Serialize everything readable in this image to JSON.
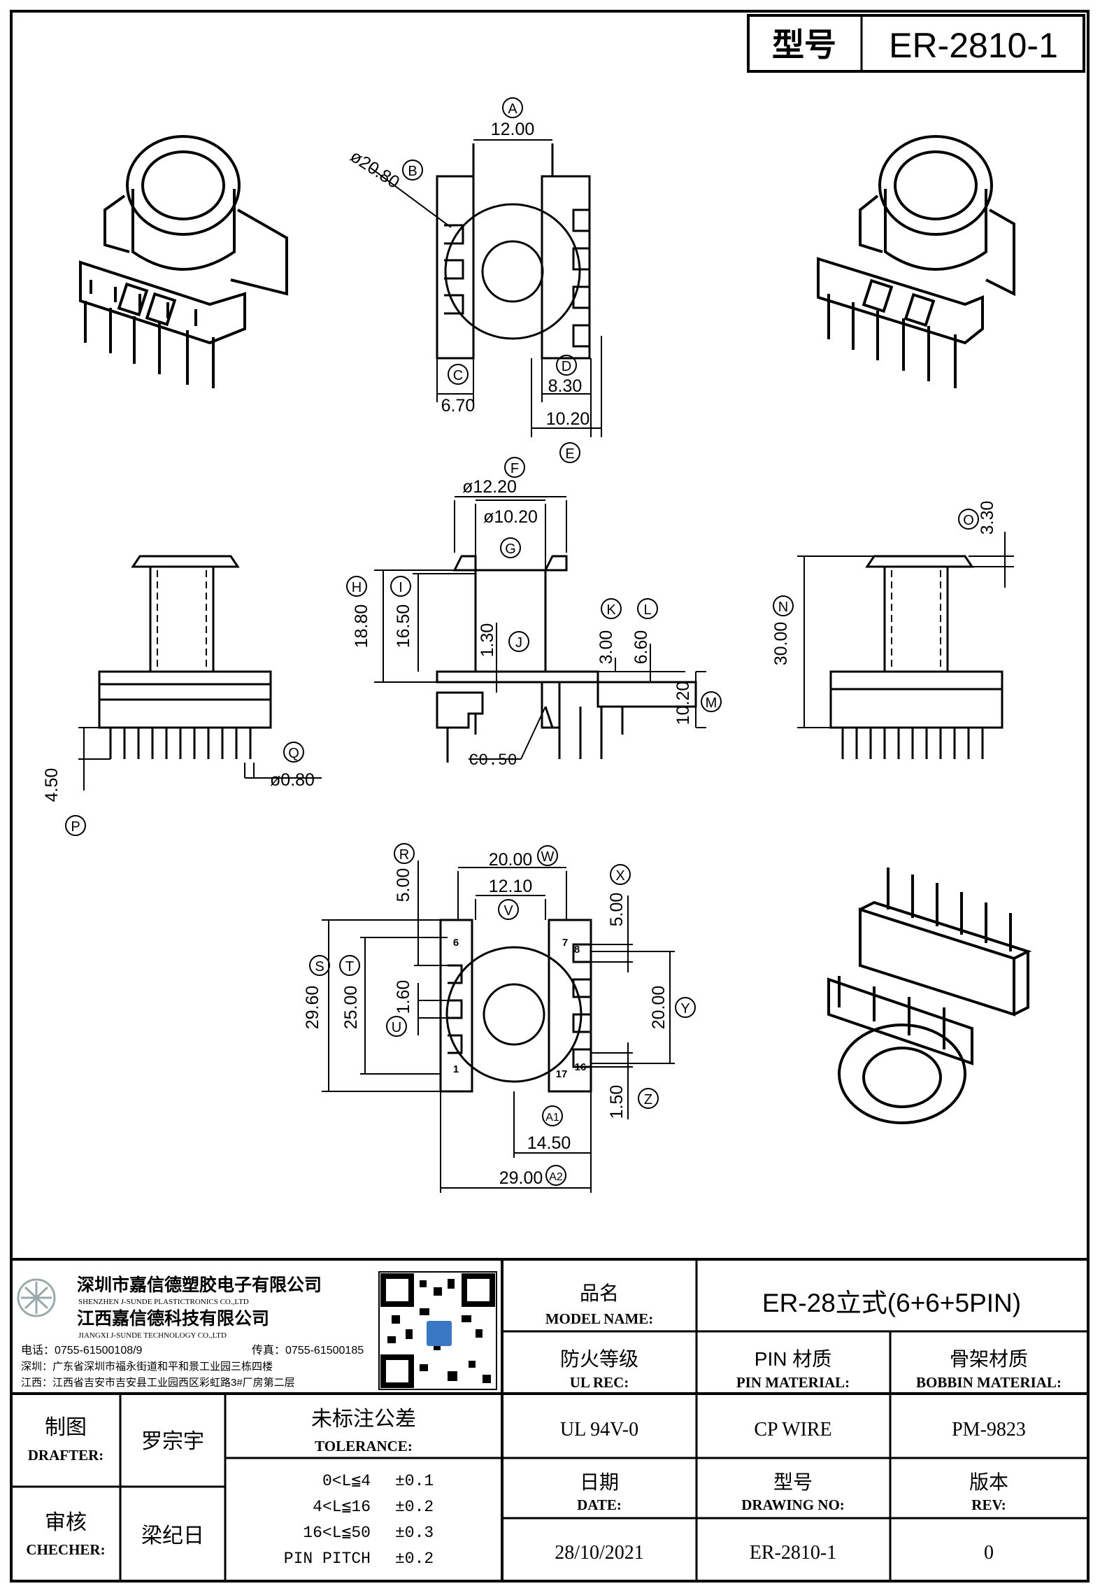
{
  "title_block": {
    "model_label": "型号",
    "model_value": "ER-2810-1"
  },
  "dimensions": {
    "A": "12.00",
    "B": "ø20.80",
    "C": "6.70",
    "D": "8.30",
    "E": "10.20",
    "F": "ø12.20",
    "G": "ø10.20",
    "H": "18.80",
    "I": "16.50",
    "J": "1.30",
    "K": "3.00",
    "L": "6.60",
    "M": "10.20",
    "chamfer": "C0.50",
    "N": "30.00",
    "O": "3.30",
    "P": "4.50",
    "Q": "ø0.80",
    "R": "5.00",
    "S": "29.60",
    "T": "25.00",
    "U": "1.60",
    "V": "12.10",
    "W": "20.00",
    "X": "5.00",
    "Y": "20.00",
    "Z": "1.50",
    "A1": "14.50",
    "A2": "29.00"
  },
  "callouts": [
    "A",
    "B",
    "C",
    "D",
    "E",
    "F",
    "G",
    "H",
    "I",
    "J",
    "K",
    "L",
    "M",
    "N",
    "O",
    "P",
    "Q",
    "R",
    "S",
    "T",
    "U",
    "V",
    "W",
    "X",
    "Y",
    "Z",
    "A1",
    "A2"
  ],
  "pin_numbers": {
    "p6": "6",
    "p1": "1",
    "p7": "7",
    "p8": "8",
    "p17": "17",
    "p16": "16"
  },
  "company": {
    "name_cn_1": "深圳市嘉信德塑胶电子有限公司",
    "name_en_1": "SHENZHEN J-SUNDE PLASTICTRONICS CO.,LTD",
    "name_cn_2": "江西嘉信德科技有限公司",
    "name_en_2": "JIANGXI J-SUNDE TECHNOLOGY CO.,LTD",
    "tel": "电话：0755-61500108/9",
    "fax": "传真：0755-61500185",
    "addr_sz": "深圳：广东省深圳市福永街道和平和景工业园三栋四楼",
    "addr_jx": "江西：江西省吉安市吉安县工业园西区彩虹路3#厂房第二层"
  },
  "fields": {
    "model_name_cn": "品名",
    "model_name_en": "MODEL NAME:",
    "model_name_value": "ER-28立式(6+6+5PIN)",
    "ul_cn": "防火等级",
    "ul_en": "UL REC:",
    "ul_value": "UL 94V-0",
    "pin_cn": "PIN 材质",
    "pin_en": "PIN MATERIAL:",
    "pin_value": "CP WIRE",
    "bobbin_cn": "骨架材质",
    "bobbin_en": "BOBBIN MATERIAL:",
    "bobbin_value": "PM-9823",
    "drafter_cn": "制图",
    "drafter_en": "DRAFTER:",
    "drafter_value": "罗宗宇",
    "checker_cn": "审核",
    "checker_en": "CHECHER:",
    "checker_value": "梁纪日",
    "tolerance_cn": "未标注公差",
    "tolerance_en": "TOLERANCE:",
    "date_cn": "日期",
    "date_en": "DATE:",
    "date_value": "28/10/2021",
    "drawing_cn": "型号",
    "drawing_en": "DRAWING NO:",
    "drawing_value": "ER-2810-1",
    "rev_cn": "版本",
    "rev_en": "REV:",
    "rev_value": "0"
  },
  "tolerances": [
    {
      "range": "0<L≦4",
      "value": "±0.1"
    },
    {
      "range": "4<L≦16",
      "value": "±0.2"
    },
    {
      "range": "16<L≦50",
      "value": "±0.3"
    },
    {
      "range": "PIN PITCH",
      "value": "±0.2"
    }
  ]
}
